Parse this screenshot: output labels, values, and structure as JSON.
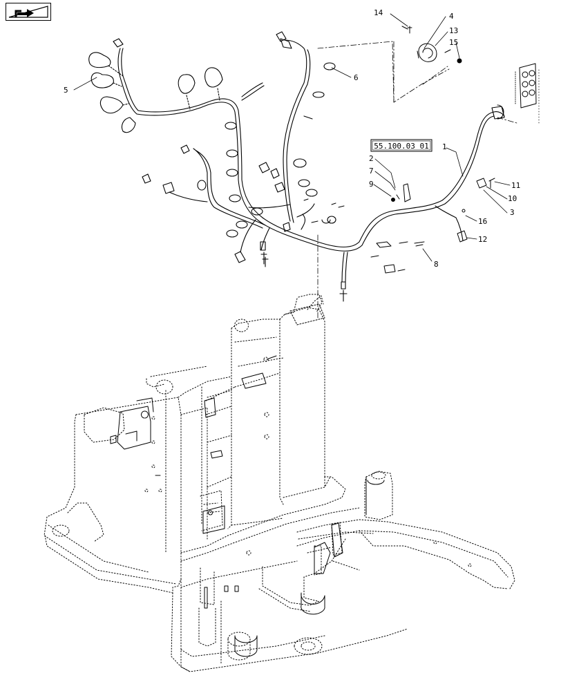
{
  "toolbar": {
    "nav_icon": "return-arrow-icon"
  },
  "reference": {
    "text": "55.100.03 01"
  },
  "callouts": [
    {
      "id": "c1",
      "label": "1"
    },
    {
      "id": "c2",
      "label": "2"
    },
    {
      "id": "c3",
      "label": "3"
    },
    {
      "id": "c4",
      "label": "4"
    },
    {
      "id": "c5",
      "label": "5"
    },
    {
      "id": "c6",
      "label": "6"
    },
    {
      "id": "c7",
      "label": "7"
    },
    {
      "id": "c8",
      "label": "8"
    },
    {
      "id": "c9",
      "label": "9"
    },
    {
      "id": "c10",
      "label": "10"
    },
    {
      "id": "c11",
      "label": "11"
    },
    {
      "id": "c12",
      "label": "12"
    },
    {
      "id": "c13",
      "label": "13"
    },
    {
      "id": "c14",
      "label": "14"
    },
    {
      "id": "c15",
      "label": "15"
    },
    {
      "id": "c16",
      "label": "16"
    }
  ],
  "colors": {
    "line": "#000000",
    "background": "#ffffff"
  }
}
